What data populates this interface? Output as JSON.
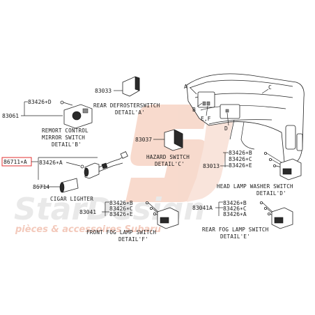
{
  "watermark": {
    "brand_text": "StarDesign",
    "tagline": "pièces & accessoires Subaru",
    "color": "#e9e9e9",
    "logo_color": "#f7d6c8"
  },
  "colors": {
    "line": "#222222",
    "highlight_box": "#e23030"
  },
  "parts": {
    "p83033": "83033",
    "p83061": "83061",
    "p83037": "83037",
    "p83013": "83013",
    "p86711": "86711∗A",
    "p86714": "86714",
    "p83041": "83041",
    "p83041a": "83041A",
    "p83426d": "83426∗D",
    "p83426a": "83426∗A",
    "p83426b": "83426∗B",
    "p83426c": "83426∗C",
    "p83426e": "83426∗E"
  },
  "captions": {
    "rear_defroster_1": "REAR DEFROSTERSWITCH",
    "rear_defroster_2": "DETAIL'A'",
    "remote_mirror_1": "REMORT CONTROL",
    "remote_mirror_2": "MIRROR SWITCH",
    "remote_mirror_3": "DETAIL'B'",
    "hazard_1": "HAZARD SWITCH",
    "hazard_2": "DETAIL'C'",
    "cigar": "CIGAR LIGHTER",
    "headlamp_1": "HEAD LAMP WASHER SWITCH",
    "headlamp_2": "DETAIL'D'",
    "front_fog_1": "FRONT FOG LAMP SWITCH",
    "front_fog_2": "DETAIL'F'",
    "rear_fog_1": "REAR FOG LAMP SWITCH",
    "rear_fog_2": "DETAIL'E'"
  },
  "dash_letters": {
    "a": "A",
    "b": "B",
    "c": "C",
    "d": "D",
    "ef": "E,F"
  }
}
